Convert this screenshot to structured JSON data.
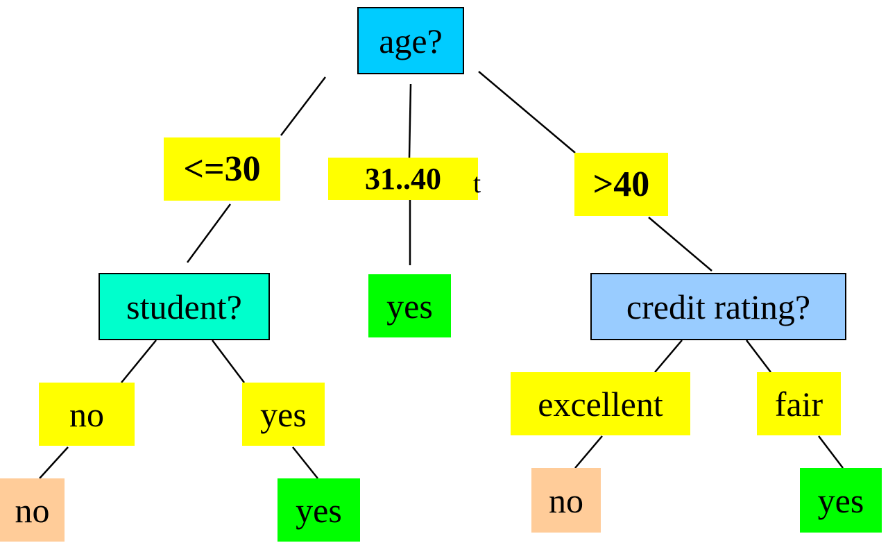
{
  "colors": {
    "root_node": "#00ccff",
    "student_node": "#00ffcc",
    "credit_node": "#99ccff",
    "edge_label": "#ffff00",
    "leaf_yes": "#00ff00",
    "leaf_no": "#ffcc99",
    "line": "#000000"
  },
  "tree": {
    "root": {
      "label": "age?"
    },
    "branches": {
      "le30": {
        "label": "<=30"
      },
      "between": {
        "label": "31..40"
      },
      "gt40": {
        "label": ">40"
      }
    },
    "student": {
      "label": "student?",
      "branch_no": "no",
      "branch_yes": "yes",
      "leaf_no": "no",
      "leaf_yes": "yes"
    },
    "middle_leaf": "yes",
    "credit": {
      "label": "credit rating?",
      "branch_excellent": "excellent",
      "branch_fair": "fair",
      "leaf_excellent": "no",
      "leaf_fair": "yes"
    }
  }
}
